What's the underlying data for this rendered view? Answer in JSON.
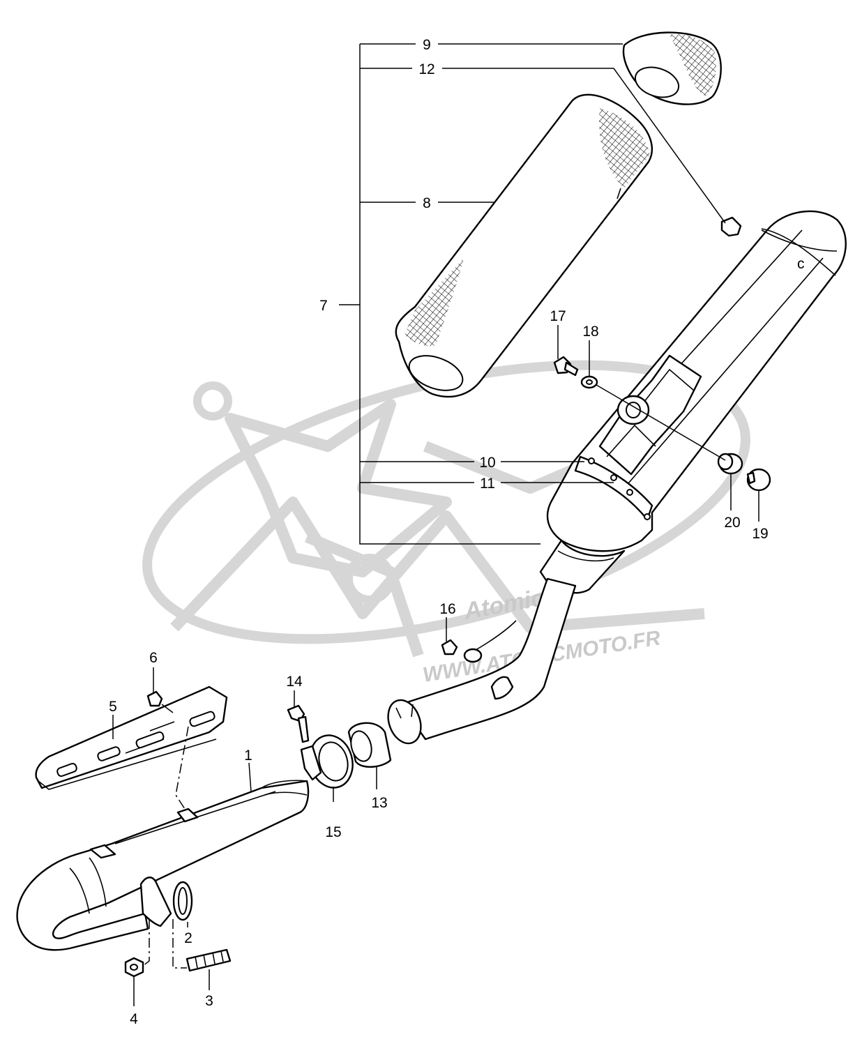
{
  "watermark": {
    "brand_script": "Atomic",
    "brand_small": "moto",
    "url": "WWW.ATOMICMOTO.FR",
    "logo_color": "#d6d6d6"
  },
  "callouts": {
    "c1": "1",
    "c2": "2",
    "c3": "3",
    "c4": "4",
    "c5": "5",
    "c6": "6",
    "c7": "7",
    "c8": "8",
    "c9": "9",
    "c10": "10",
    "c11": "11",
    "c12": "12",
    "c13": "13",
    "c14": "14",
    "c15": "15",
    "c16": "16",
    "c17": "17",
    "c18": "18",
    "c19": "19",
    "c20": "20"
  },
  "muffler_mark": "c"
}
